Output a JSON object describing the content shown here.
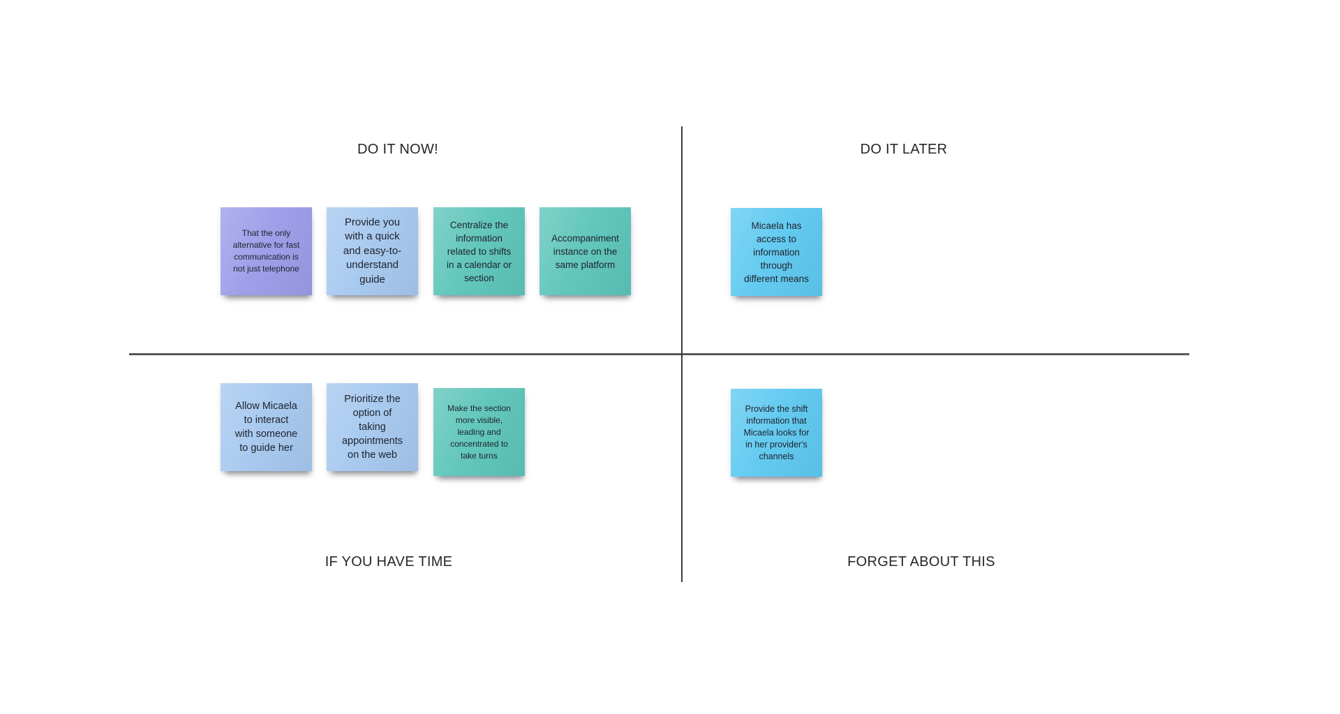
{
  "palette": {
    "purple": "#9b9ce8",
    "blue": "#a6c8ef",
    "teal": "#5dc5ba",
    "cyan": "#5ec9f0",
    "h_line": "#58585a",
    "v_line": "#3b3b3f"
  },
  "quadrants": {
    "do_it_now": {
      "label": "DO IT NOW!",
      "notes": [
        {
          "color": "purple",
          "text": "That the only\nalternative for fast\ncommunication is\nnot just telephone"
        },
        {
          "color": "blue",
          "text": "Provide you\nwith a quick\nand easy-to-\nunderstand\nguide"
        },
        {
          "color": "teal",
          "text": "Centralize the\ninformation\nrelated to shifts\nin a calendar or\nsection"
        },
        {
          "color": "teal",
          "text": "Accompaniment\ninstance on the\nsame platform"
        }
      ]
    },
    "do_it_later": {
      "label": "DO IT LATER",
      "notes": [
        {
          "color": "cyan",
          "text": "Micaela has\naccess to\ninformation\nthrough\ndifferent means"
        }
      ]
    },
    "if_you_have_time": {
      "label": "IF YOU HAVE TIME",
      "notes": [
        {
          "color": "blue",
          "text": "Allow Micaela\nto interact\nwith someone\nto guide her"
        },
        {
          "color": "blue",
          "text": "Prioritize the\noption of\ntaking\nappointments\non the web"
        },
        {
          "color": "teal",
          "text": "Make the section\nmore visible,\nleading and\nconcentrated to\ntake turns"
        }
      ]
    },
    "forget_about_this": {
      "label": "FORGET ABOUT THIS",
      "notes": [
        {
          "color": "cyan",
          "text": "Provide the shift\ninformation that\nMicaela looks for\nin her provider's\nchannels"
        }
      ]
    }
  }
}
